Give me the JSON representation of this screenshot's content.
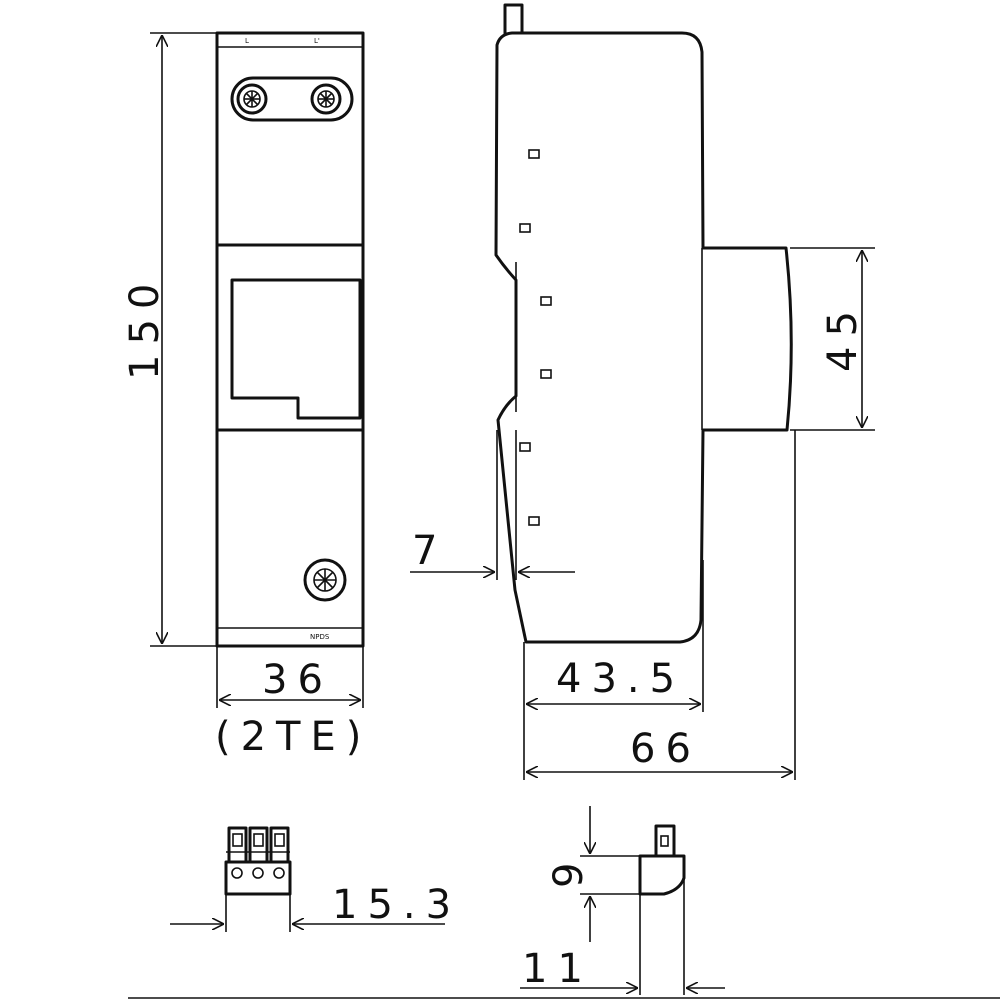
{
  "dimensions": {
    "height_front": "150",
    "width_front": "36",
    "width_units": "(2TE)",
    "rail_offset": "7",
    "depth_body": "43.5",
    "depth_total": "66",
    "front_height": "45",
    "plug_width": "15.3",
    "plug_height": "9",
    "plug_depth": "11"
  },
  "labels": {
    "terminal_left": "L",
    "terminal_right": "L'",
    "model": "NPDS"
  }
}
